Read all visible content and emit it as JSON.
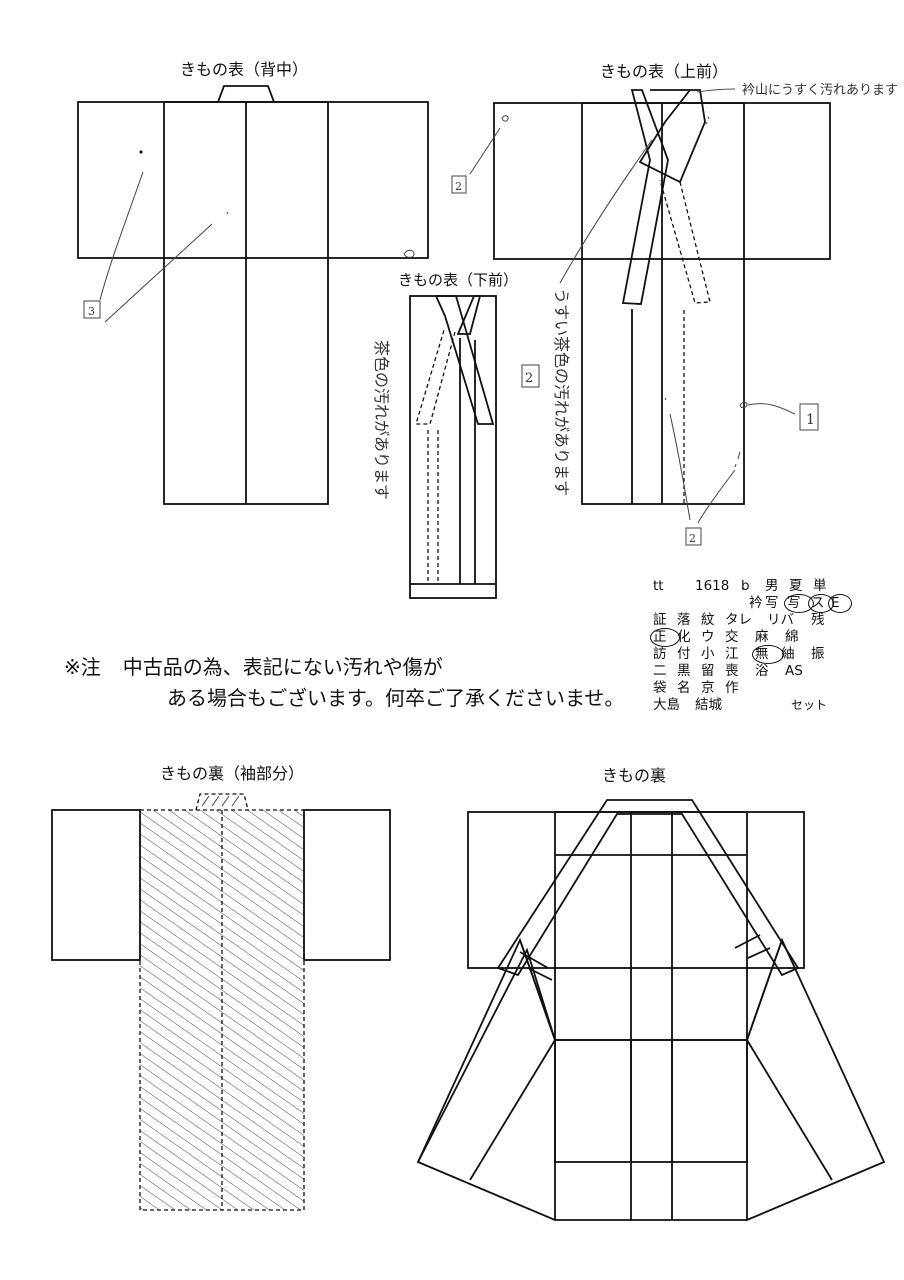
{
  "views": {
    "back": "きもの表（背中）",
    "upper_front": "きもの表（上前）",
    "lower_front": "きもの表（下前）",
    "sleeve_lining": "きもの裏（袖部分）",
    "lining": "きもの裏"
  },
  "annotations": {
    "collar_note": "衿山にうすく汚れあります",
    "stain_right": "うすい茶色の汚れがあります",
    "stain_left": "茶色の汚れがあります",
    "mark_1": "1",
    "mark_2": "2",
    "mark_3": "3"
  },
  "notice": {
    "marker": "※注",
    "line1": "中古品の為、表記にない汚れや傷が",
    "line2": "ある場合もございます。何卒ご了承くださいませ。"
  },
  "codes": {
    "row1": [
      "tt",
      "1618",
      "b",
      "男",
      "夏",
      "単"
    ],
    "row2": [
      "衿",
      "写",
      "写",
      "ス",
      "E"
    ],
    "row3": [
      "証",
      "落",
      "紋",
      "タレ",
      "リバ",
      "残"
    ],
    "row4": [
      "正",
      "化",
      "ウ",
      "交",
      "麻",
      "綿"
    ],
    "row5": [
      "訪",
      "付",
      "小",
      "江",
      "無",
      "紬",
      "振"
    ],
    "row6": [
      "二",
      "黒",
      "留",
      "喪",
      "浴",
      "AS"
    ],
    "row7": [
      "袋",
      "名",
      "京",
      "作"
    ],
    "row8": [
      "大島",
      "結城",
      "セット"
    ]
  },
  "colors": {
    "ink": "#111111",
    "pencil": "#444444",
    "paper": "#ffffff"
  }
}
